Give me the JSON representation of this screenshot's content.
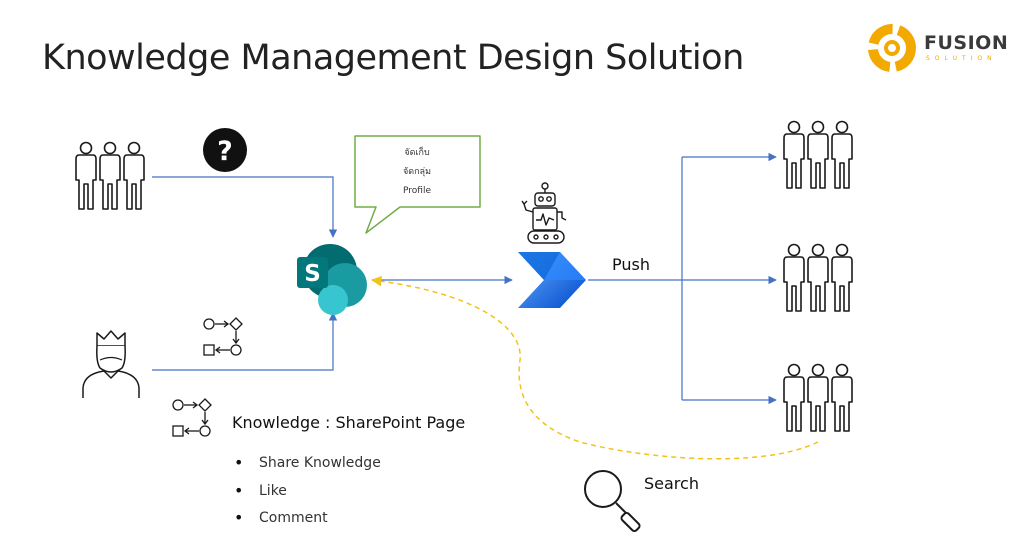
{
  "title": "Knowledge Management Design Solution",
  "logo": {
    "name": "FUSION",
    "tagline": "SOLUTION",
    "icon": "fusion-sun-logo-icon"
  },
  "bubble": {
    "lines": [
      "จัดเก็บ",
      "จัดกลุ่ม",
      "Profile"
    ]
  },
  "labels": {
    "push": "Push",
    "search": "Search",
    "knowledge": "Knowledge : SharePoint Page"
  },
  "bullets": [
    "Share Knowledge",
    "Like",
    "Comment"
  ],
  "icons": {
    "question": "question-mark-icon",
    "group": "people-group-icon",
    "person": "person-crown-icon",
    "workflow": "workflow-process-icon",
    "sharepoint": "sharepoint-logo-icon",
    "robot": "robot-icon",
    "power_automate": "power-automate-logo-icon",
    "magnifier": "magnifier-search-icon"
  },
  "colors": {
    "connector": "#4472c4",
    "search_path": "#f2c314",
    "bubble_border": "#70ad47",
    "sharepoint": "#038387",
    "power_automate": "#0066ff",
    "logo_accent": "#f2a900"
  }
}
